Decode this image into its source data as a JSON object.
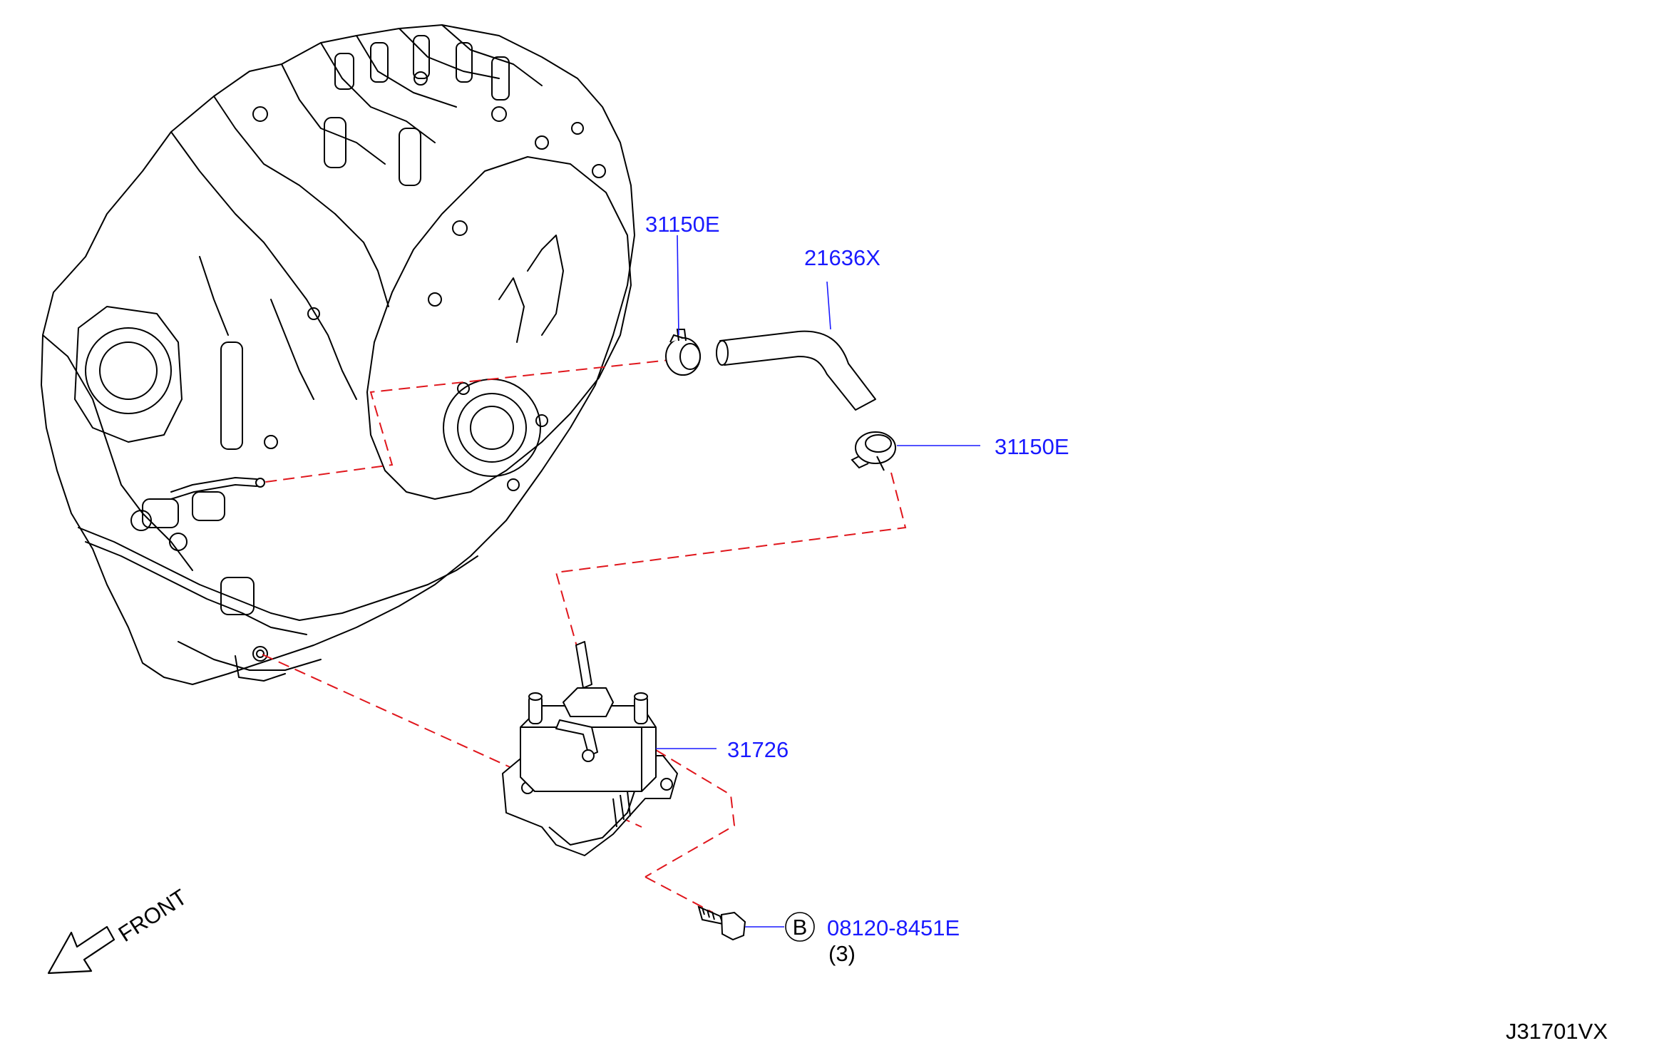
{
  "diagram": {
    "figure_code": "J31701VX",
    "direction_label": "FRONT",
    "colors": {
      "outline": "#000000",
      "callout_text": "#1a1aff",
      "leader": "#1a1aff",
      "dashed": "#e0161c"
    },
    "callouts": [
      {
        "id": "clamp-upper",
        "part_number": "31150E"
      },
      {
        "id": "hose",
        "part_number": "21636X"
      },
      {
        "id": "clamp-lower",
        "part_number": "31150E"
      },
      {
        "id": "oil-cooler",
        "part_number": "31726"
      },
      {
        "id": "bolt",
        "part_number": "08120-8451E",
        "badge": "B",
        "quantity": "(3)"
      }
    ]
  }
}
